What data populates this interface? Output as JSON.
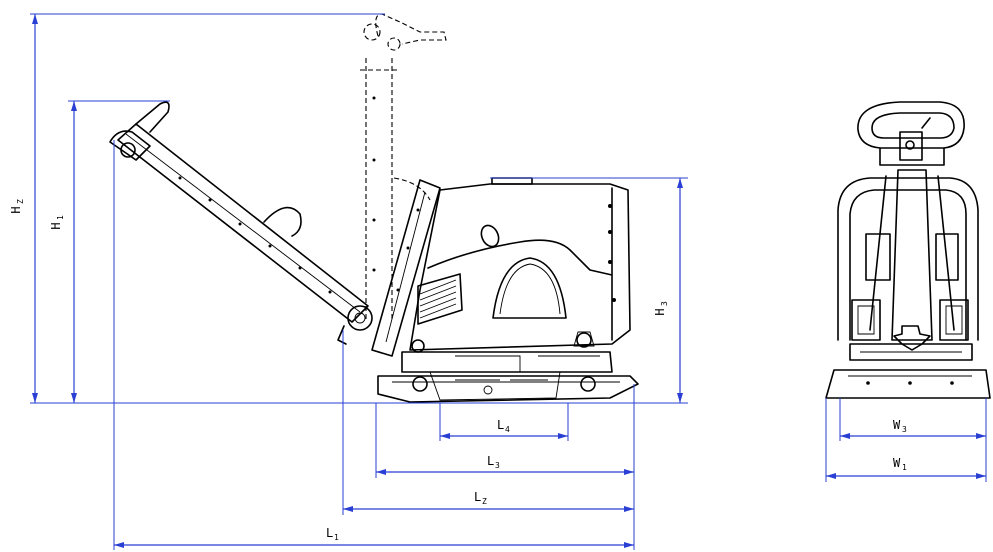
{
  "dimensions": {
    "Hz": {
      "main": "H",
      "sub": "Z"
    },
    "H1": {
      "main": "H",
      "sub": "1"
    },
    "H3": {
      "main": "H",
      "sub": "3"
    },
    "L1": {
      "main": "L",
      "sub": "1"
    },
    "Lz": {
      "main": "L",
      "sub": "Z"
    },
    "L3": {
      "main": "L",
      "sub": "3"
    },
    "L4": {
      "main": "L",
      "sub": "4"
    },
    "W1": {
      "main": "W",
      "sub": "1"
    },
    "W3": {
      "main": "W",
      "sub": "3"
    }
  },
  "colors": {
    "dimension_line": "#2a3fd4",
    "drawing_line": "#000000",
    "background": "#ffffff"
  }
}
